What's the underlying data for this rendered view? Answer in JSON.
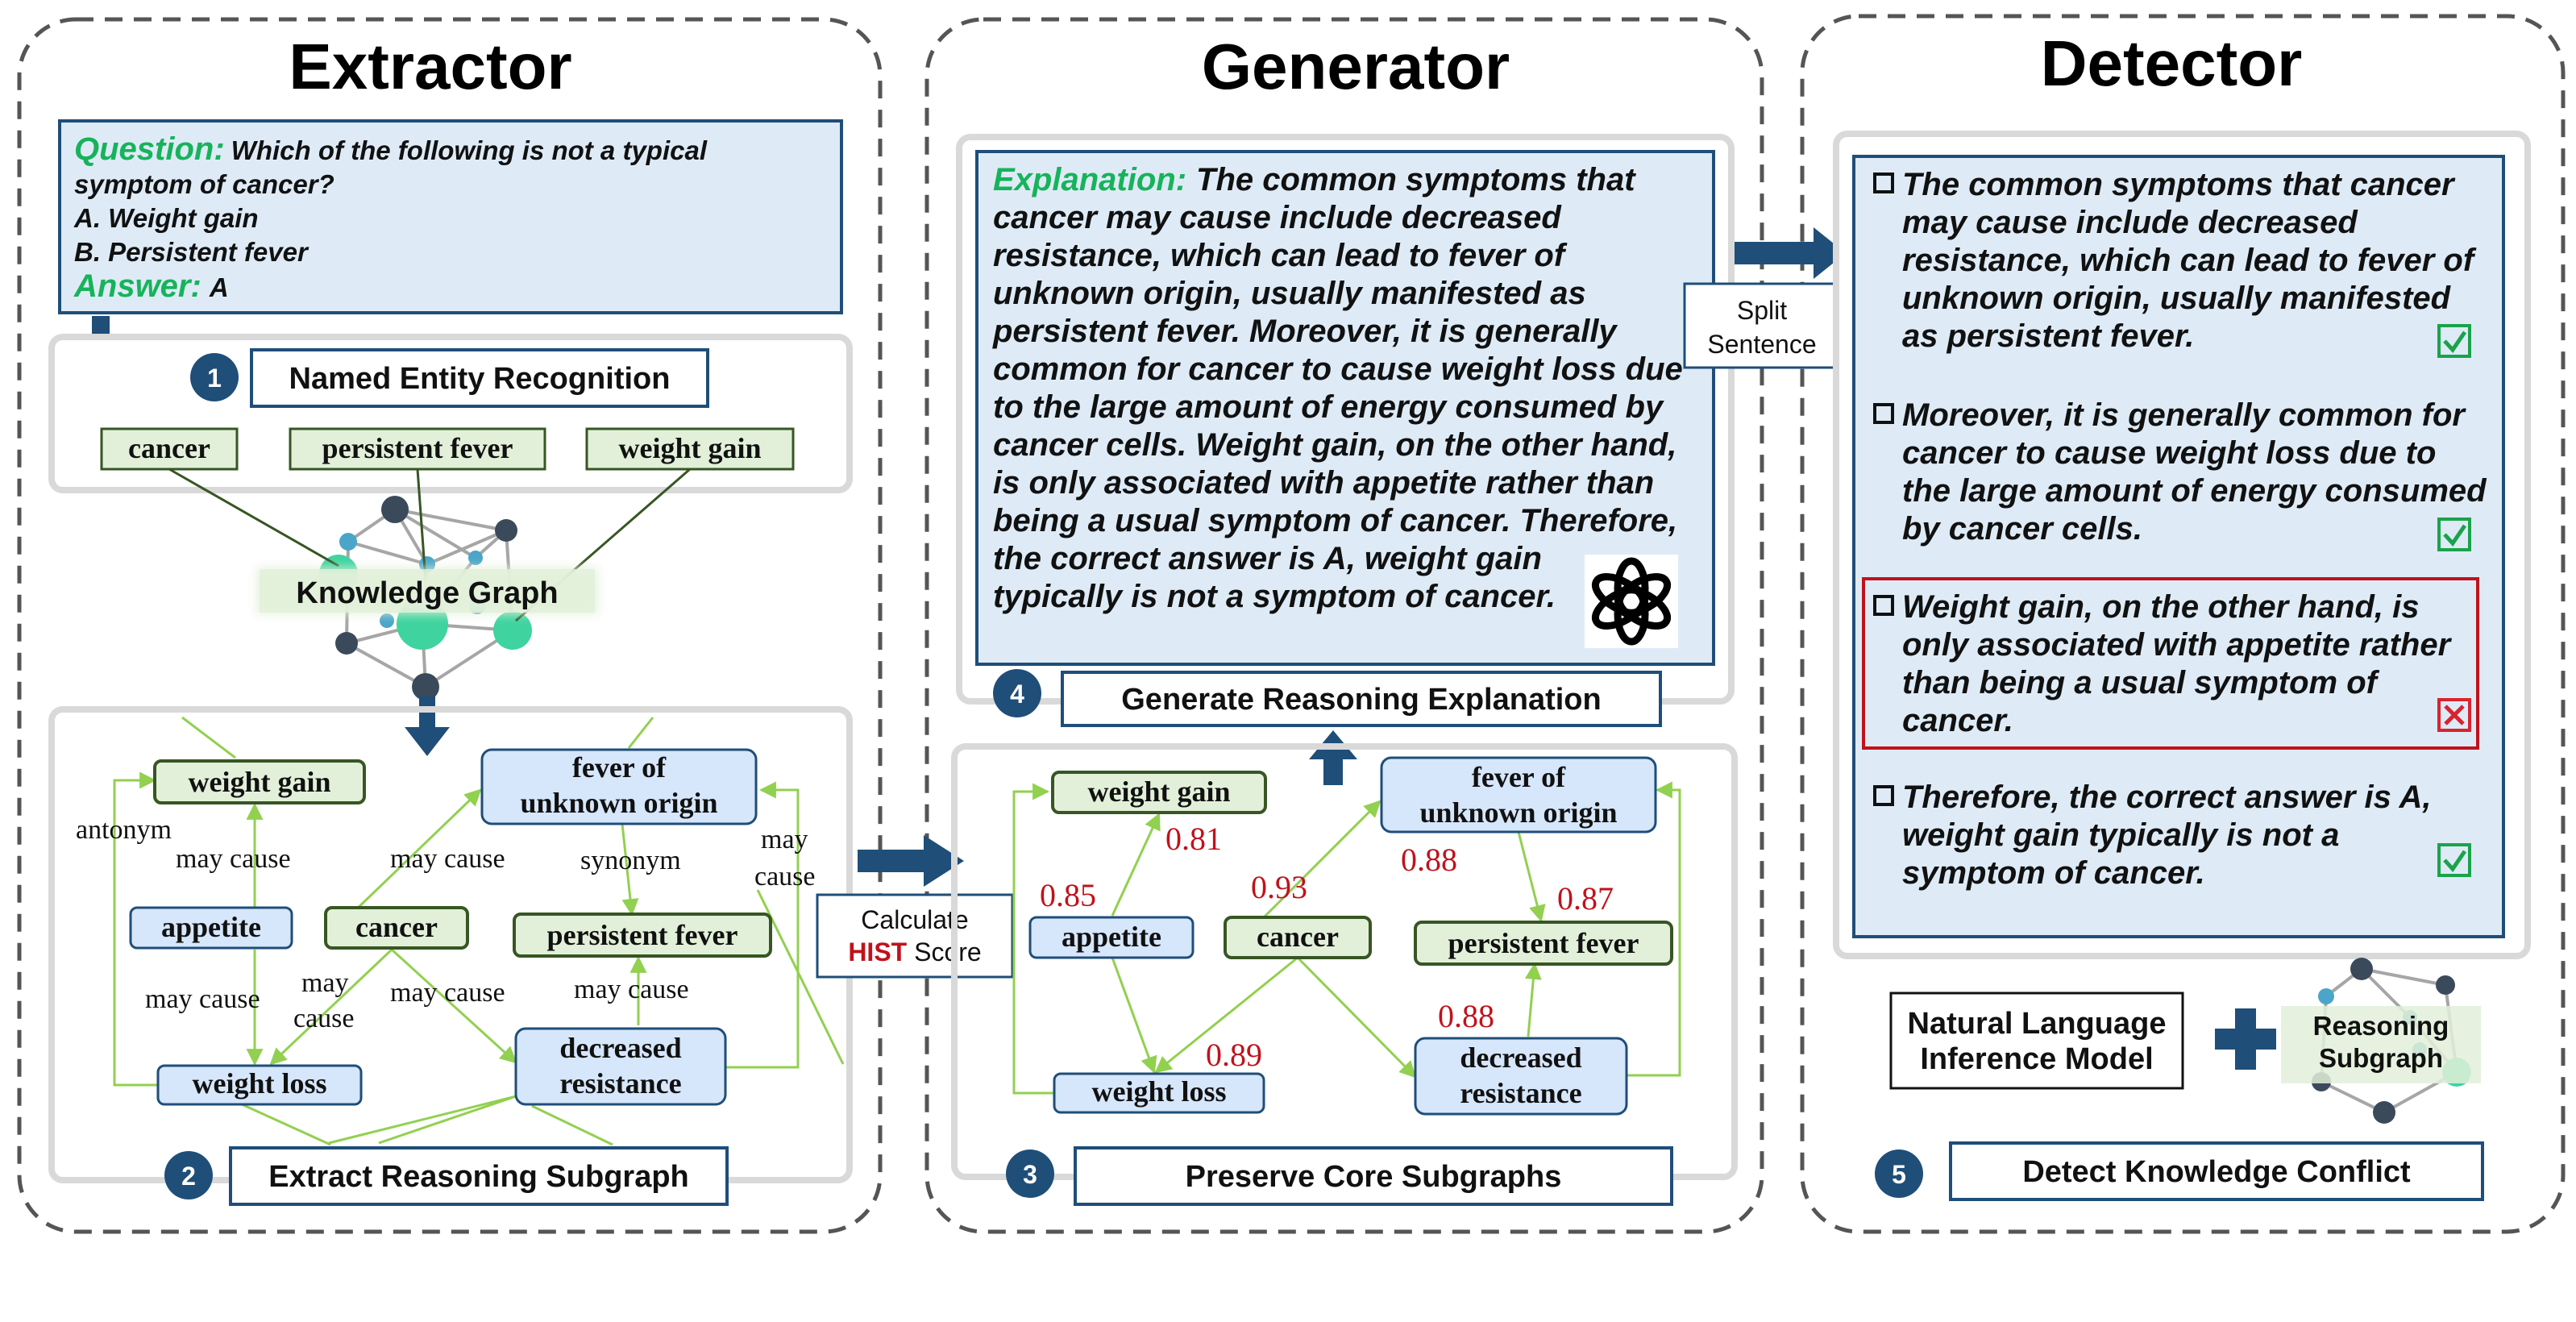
{
  "panels": {
    "extractor": "Extractor",
    "generator": "Generator",
    "detector": "Detector"
  },
  "question": {
    "q_label": "Question:",
    "q_line1": "Which of the following is not a typical",
    "q_line2": "symptom of cancer?",
    "option_a": "A. Weight gain",
    "option_b": "B. Persistent fever",
    "a_label": "Answer:",
    "a_value": "A"
  },
  "steps": {
    "s1_num": "1",
    "s1": "Named Entity Recognition",
    "s2_num": "2",
    "s2": "Extract Reasoning Subgraph",
    "s3_num": "3",
    "s3": "Preserve Core Subgraphs",
    "s4_num": "4",
    "s4": "Generate Reasoning Explanation",
    "s5_num": "5",
    "s5": "Detect Knowledge Conflict"
  },
  "entities": {
    "e1": "cancer",
    "e2": "persistent fever",
    "e3": "weight gain"
  },
  "kg_label": "Knowledge Graph",
  "graph_nodes": {
    "weight_gain": "weight gain",
    "fever_line1": "fever of",
    "fever_line2": "unknown origin",
    "appetite": "appetite",
    "cancer": "cancer",
    "persistent_fever": "persistent fever",
    "weight_loss": "weight loss",
    "decreased_line1": "decreased",
    "decreased_line2": "resistance"
  },
  "edge_labels": {
    "antonym": "antonym",
    "may_cause_1": "may cause",
    "may_cause_2": "may cause",
    "synonym": "synonym",
    "may_cause_top": "may",
    "may_cause_bottom": "cause",
    "may_cause_3": "may cause",
    "may_cause_4_line1": "may",
    "may_cause_4_line2": "cause",
    "may_cause_5": "may cause",
    "may_cause_6": "may cause"
  },
  "scores": {
    "s_081": "0.81",
    "s_085": "0.85",
    "s_093": "0.93",
    "s_088a": "0.88",
    "s_087": "0.87",
    "s_088b": "0.88",
    "s_089": "0.89"
  },
  "hist": {
    "line1": "Calculate",
    "hist_word": "HIST",
    "score_word": " Score"
  },
  "split": {
    "line1": "Split",
    "line2": "Sentence"
  },
  "explanation": {
    "label": "Explanation:",
    "l1": "The common symptoms that",
    "l2": "cancer may cause include decreased",
    "l3": "resistance, which can lead to fever of",
    "l4": "unknown origin, usually manifested as",
    "l5": "persistent fever. Moreover, it is generally",
    "l6": "common for cancer to cause weight loss due",
    "l7": "to the large amount of energy consumed by",
    "l8": "cancer cells. Weight gain, on the other hand,",
    "l9": "is only associated with appetite rather than",
    "l10": "being a usual symptom of cancer.  Therefore,",
    "l11": "the correct answer is A, weight gain",
    "l12": "typically is not a symptom of cancer."
  },
  "sentences": [
    [
      "The common symptoms that cancer",
      "may cause include decreased",
      "resistance, which can lead to fever of",
      "unknown origin, usually manifested",
      "as persistent fever."
    ],
    [
      "Moreover, it is generally common for",
      "cancer to cause weight loss due to",
      "the large amount of energy consumed",
      "by cancer cells."
    ],
    [
      "Weight gain, on the other hand, is",
      "only associated with appetite rather",
      "than being a usual symptom of",
      "cancer."
    ],
    [
      "Therefore, the correct answer is A,",
      "weight gain  typically is not a",
      "symptom of cancer."
    ]
  ],
  "nli": {
    "line1": "Natural Language",
    "line2": "Inference Model"
  },
  "reasoning_subgraph": {
    "line1": "Reasoning",
    "line2": "Subgraph"
  },
  "colors": {
    "navy": "#1f4e79",
    "green_text": "#17b35a",
    "red_score": "#c0121b",
    "node_blue_fill": "#d6e6fb",
    "node_green_fill": "#e2f0d9",
    "panel_blue_fill": "#deebf7",
    "check_green": "#1aa34a",
    "cross_red": "#d9232e",
    "edge_green": "#92d050"
  }
}
